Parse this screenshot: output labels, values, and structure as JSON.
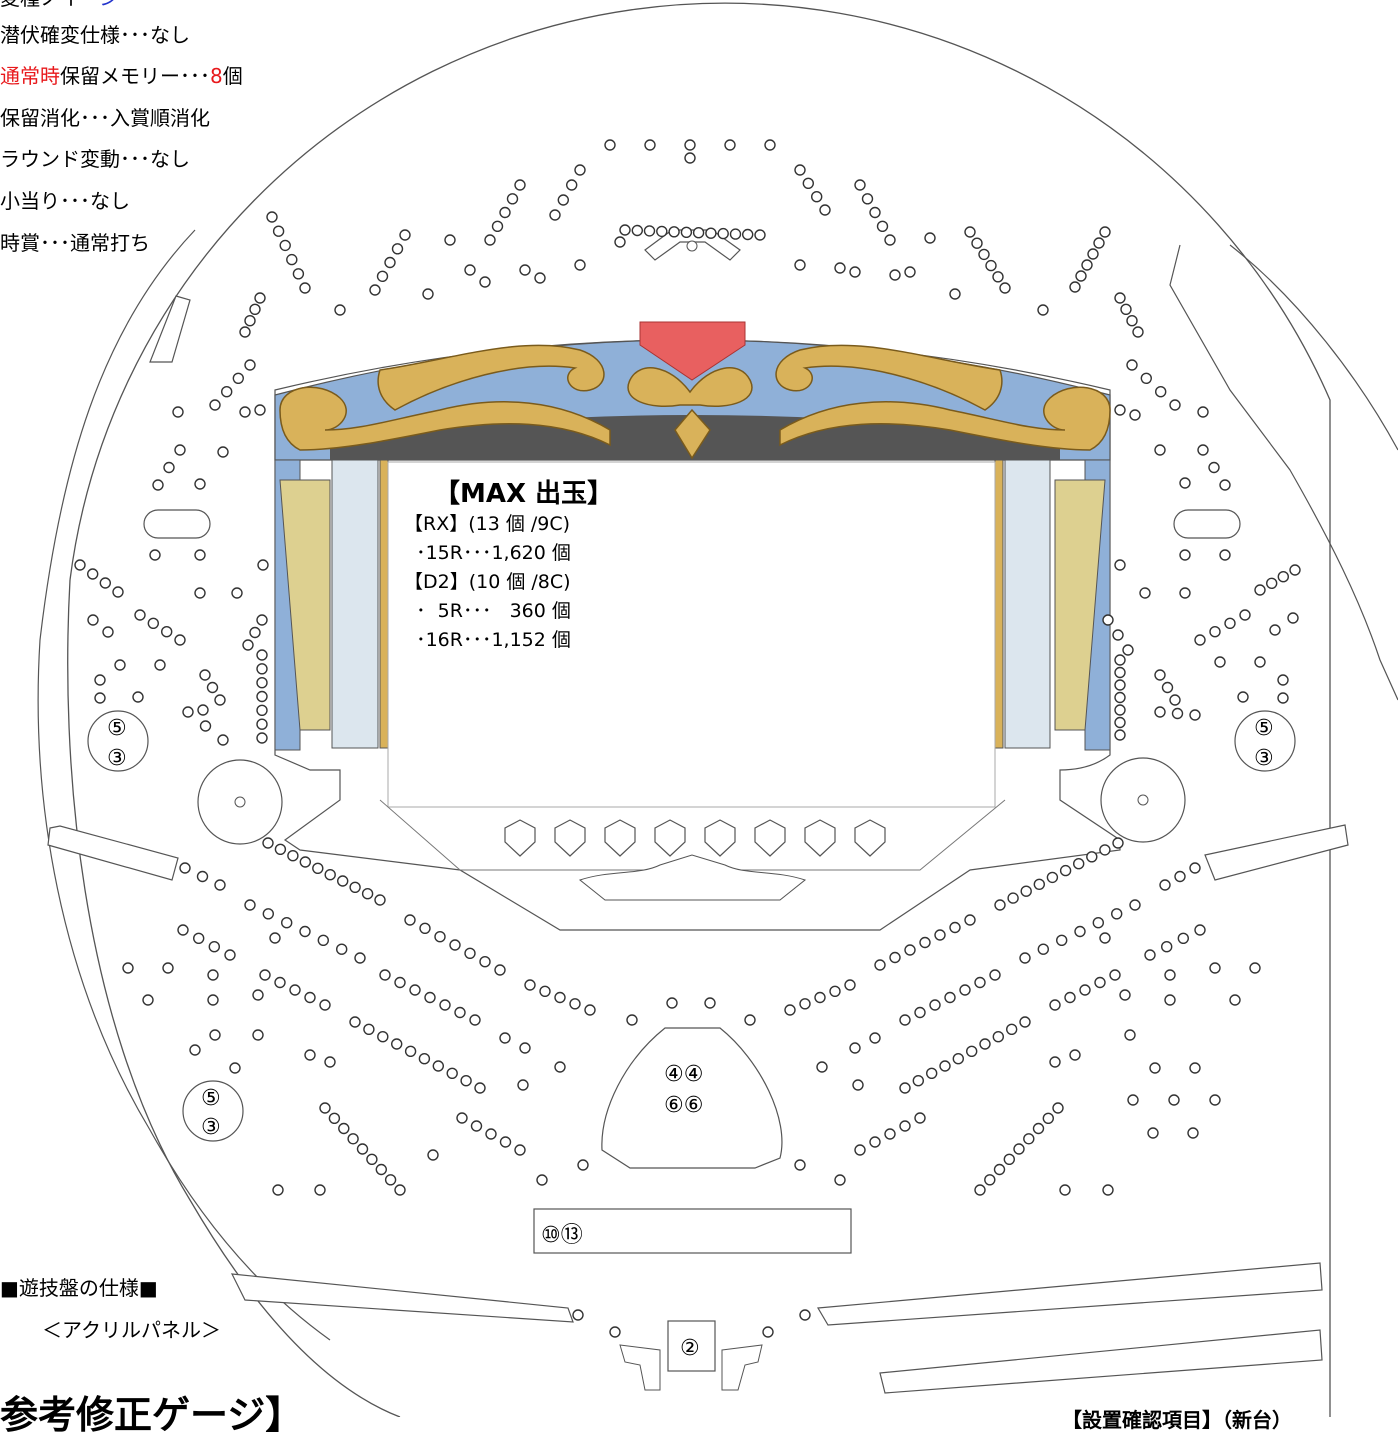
{
  "specs": {
    "line0": "変種ノイ",
    "line0_blue": "ーン",
    "line1": "潜伏確変仕様･･･なし",
    "line2_red": "通常時",
    "line2_mid": "保留メモリー･･･",
    "line2_num": "8",
    "line2_end": "個",
    "line3": "保留消化･･･入賞順消化",
    "line4": "ラウンド変動･･･なし",
    "line5": "小当り･･･なし",
    "line6": "時賞･･･通常打ち"
  },
  "max_payout": {
    "title": "【MAX 出玉】",
    "rx_header": "【RX】(13 個 /9C)",
    "rx_line": "  ･15R･･･1,620 個",
    "d2_header": "【D2】(10 個 /8C)",
    "d2_line1": "  ･  5R･･･   360 個",
    "d2_line2": "  ･16R･･･1,152 個"
  },
  "pocket_labels": {
    "left_upper_top": "⑤",
    "left_upper_bottom": "③",
    "right_upper_top": "⑤",
    "right_upper_bottom": "③",
    "left_lower_top": "⑤",
    "left_lower_bottom": "③",
    "center_row1": "④④",
    "center_row2": "⑥⑥",
    "attacker": "⑩⑬",
    "out_hole": "②"
  },
  "board_spec": {
    "heading": "■遊技盤の仕様■",
    "acrylic": "＜アクリルパネル＞"
  },
  "bottom": {
    "gauge_title": "参考修正ゲージ】",
    "install_check": "【設置確認項目】（新台）"
  },
  "colors": {
    "frame_blue": "#8fb0d8",
    "frame_gold": "#d9b25a",
    "heart_red": "#e86060",
    "pillar_light": "#dce6ee",
    "pillar_gold": "#ddd090"
  }
}
